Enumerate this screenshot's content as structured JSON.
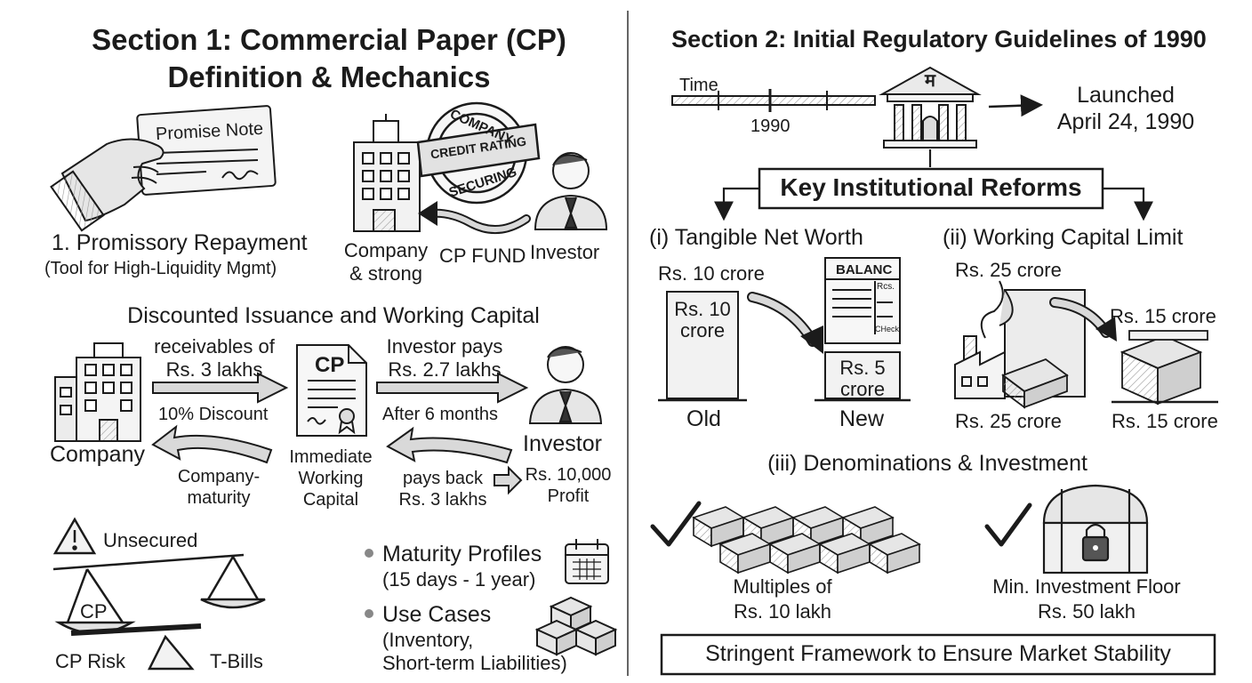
{
  "section1": {
    "title_line1": "Section 1: Commercial Paper (CP)",
    "title_line2": "Definition & Mechanics",
    "promise_note": "Promise Note",
    "promissory_title": "1. Promissory Repayment",
    "promissory_sub": "(Tool for High-Liquidity Mgmt)",
    "badge_top": "COMPANY",
    "badge_mid": "CREDIT RATING",
    "badge_bottom": "SECURING",
    "company_line1": "Company",
    "company_line2": "& strong",
    "cp_fund": "CP FUND",
    "investor": "Investor",
    "discounted_title": "Discounted Issuance and Working Capital",
    "company": "Company",
    "receivables_line1": "receivables of",
    "receivables_line2": "Rs. 3 lakhs",
    "discount": "10% Discount",
    "cp_doc": "CP",
    "investor_pays_line1": "Investor pays",
    "investor_pays_line2": "Rs. 2.7 lakhs",
    "after_months": "After 6 months",
    "investor_right": "Investor",
    "company_maturity_line1": "Company-",
    "company_maturity_line2": "maturity",
    "immediate_line1": "Immediate",
    "immediate_line2": "Working",
    "immediate_line3": "Capital",
    "pays_back_line1": "pays back",
    "pays_back_line2": "Rs. 3 lakhs",
    "profit_line1": "Rs. 10,000",
    "profit_line2": "Profit",
    "unsecured": "Unsecured",
    "scale_cp": "CP",
    "cp_risk": "CP Risk",
    "t_bills": "T-Bills",
    "maturity_title": "Maturity Profiles",
    "maturity_sub": "(15 days - 1 year)",
    "use_cases_title": "Use Cases",
    "use_cases_line2": "(Inventory,",
    "use_cases_line3": "Short-term Liabilities)"
  },
  "section2": {
    "title": "Section 2: Initial Regulatory Guidelines of 1990",
    "time_label": "Time",
    "year": "1990",
    "bank_symbol": "म",
    "launched_line1": "Launched",
    "launched_line2": "April 24, 1990",
    "reforms_title": "Key Institutional Reforms",
    "tnw_title": "(i) Tangible Net Worth",
    "tnw_old_top": "Rs. 10 crore",
    "tnw_old_box_line1": "Rs. 10",
    "tnw_old_box_line2": "crore",
    "balance_header": "BALANC",
    "balance_small": "Rcs.",
    "balance_foot": "CHeck",
    "tnw_new_box_line1": "Rs. 5",
    "tnw_new_box_line2": "crore",
    "old": "Old",
    "new": "New",
    "wcl_title": "(ii) Working Capital Limit",
    "wcl_top": "Rs. 25 crore",
    "wcl_right_top": "Rs. 15 crore",
    "wcl_bottom_left": "Rs. 25 crore",
    "wcl_bottom_right": "Rs. 15 crore",
    "denom_title": "(iii) Denominations & Investment",
    "multiples_line1": "Multiples of",
    "multiples_line2": "Rs. 10 lakh",
    "min_inv_line1": "Min. Investment Floor",
    "min_inv_line2": "Rs. 50 lakh",
    "footer": "Stringent Framework to Ensure Market Stability"
  },
  "colors": {
    "ink": "#1b1b1b",
    "paper": "#ffffff",
    "shade": "#cfcfcf",
    "arrow_fill": "#d9d9d9"
  },
  "icons": [
    "hand-holding-note-icon",
    "building-icon",
    "credit-rating-badge-icon",
    "investor-person-icon",
    "cp-document-icon",
    "warning-icon",
    "balance-scale-icon",
    "calendar-icon",
    "boxes-icon",
    "bank-icon",
    "balance-sheet-icon",
    "factory-icon",
    "cash-stack-icon",
    "checkmark-icon",
    "treasure-chest-icon"
  ]
}
